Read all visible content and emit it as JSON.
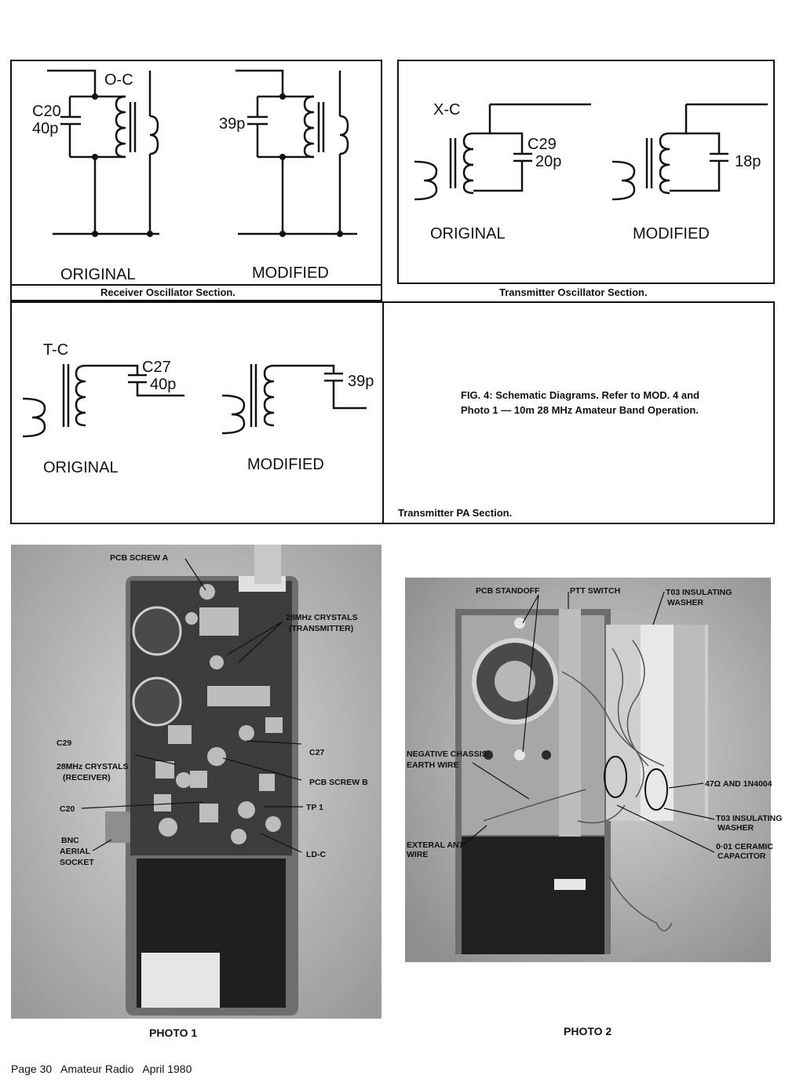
{
  "receiver": {
    "label": "O-C",
    "c_name": "C20",
    "c_value": "40p",
    "mod_value": "39p",
    "original": "ORIGINAL",
    "modified": "MODIFIED",
    "caption": "Receiver Oscillator Section."
  },
  "transmitter_osc": {
    "label": "X-C",
    "c_name": "C29",
    "c_value": "20p",
    "mod_value": "18p",
    "original": "ORIGINAL",
    "modified": "MODIFIED",
    "caption": "Transmitter Oscillator Section."
  },
  "transmitter_pa": {
    "label": "T-C",
    "c_name": "C27",
    "c_value": "40p",
    "mod_value": "39p",
    "original": "ORIGINAL",
    "modified": "MODIFIED",
    "caption": "Transmitter PA Section."
  },
  "figure_caption": "FIG. 4: Schematic Diagrams. Refer to MOD. 4 and Photo 1 — 10m 28 MHz Amateur Band Operation.",
  "photo1": {
    "caption": "PHOTO 1",
    "labels": {
      "pcb_screw_a": "PCB SCREW A",
      "crystals_tx_1": "28MHz CRYSTALS",
      "crystals_tx_2": "(TRANSMITTER)",
      "c29": "C29",
      "c27": "C27",
      "crystals_rx_1": "28MHz CRYSTALS",
      "crystals_rx_2": "(RECEIVER)",
      "pcb_screw_b": "PCB SCREW B",
      "c20": "C20",
      "tp1": "TP 1",
      "bnc_1": "BNC",
      "bnc_2": "AERIAL",
      "bnc_3": "SOCKET",
      "ldc": "LD-C"
    }
  },
  "photo2": {
    "caption": "PHOTO 2",
    "labels": {
      "standoff": "PCB STANDOFF",
      "ptt": "PTT SWITCH",
      "t03_top_1": "T03 INSULATING",
      "t03_top_2": "WASHER",
      "neg_1": "NEGATIVE CHASSIS",
      "neg_2": "EARTH WIRE",
      "res": "47Ω AND 1N4004",
      "t03_bot_1": "T03 INSULATING",
      "t03_bot_2": "WASHER",
      "ext_1": "EXTERAL ANT",
      "ext_2": "WIRE",
      "cap_1": "0·01 CERAMIC",
      "cap_2": "CAPACITOR"
    }
  },
  "footer": "Page 30   Amateur Radio   April 1980"
}
